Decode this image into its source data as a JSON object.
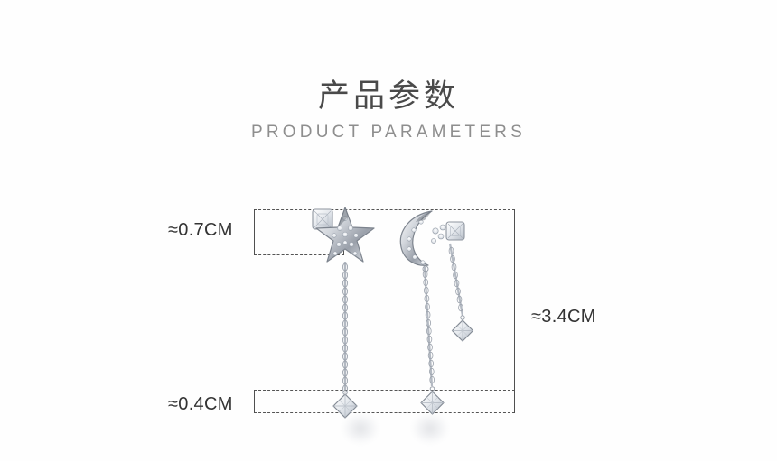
{
  "header": {
    "title_cn": "产品参数",
    "title_en": "PRODUCT PARAMETERS",
    "title_color": "#4a4a4a",
    "subtitle_color": "#8e8e8e"
  },
  "dimensions": {
    "top_width": "≈0.7CM",
    "bottom_width": "≈0.4CM",
    "total_height": "≈3.4CM"
  },
  "product": {
    "name": "star-and-moon-crystal-drop-earrings",
    "left_earring": {
      "motif": "star",
      "stud_gem": "square-cut crystal",
      "chains": 1,
      "pendants": [
        "diamond-shaped crystal"
      ]
    },
    "right_earring": {
      "motif": "crescent-moon",
      "stud_gem": "square-cut crystal",
      "chains": 2,
      "pendants": [
        "diamond-shaped crystal",
        "diamond-shaped crystal"
      ]
    },
    "metal_color": "#c9ccd2"
  },
  "background_color": "#fefefe",
  "guide_line_color": "#555555"
}
